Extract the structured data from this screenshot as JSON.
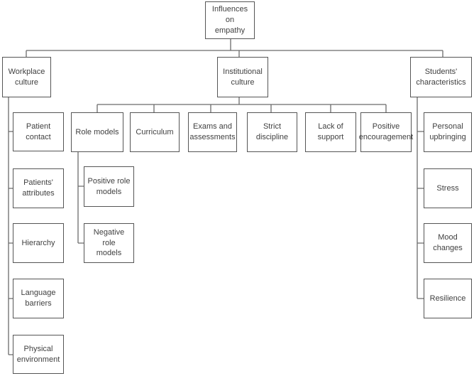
{
  "root": {
    "label": "Influences on\nempathy"
  },
  "categories": [
    {
      "label": "Workplace\nculture",
      "children": [
        {
          "label": "Patient contact"
        },
        {
          "label": "Patients'\nattributes"
        },
        {
          "label": "Hierarchy"
        },
        {
          "label": "Language\nbarriers"
        },
        {
          "label": "Physical\nenvironment"
        }
      ]
    },
    {
      "label": "Institutional\nculture",
      "children": [
        {
          "label": "Role models",
          "children": [
            {
              "label": "Positive role\nmodels"
            },
            {
              "label": "Negative role\nmodels"
            }
          ]
        },
        {
          "label": "Curriculum"
        },
        {
          "label": "Exams and\nassessments"
        },
        {
          "label": "Strict discipline"
        },
        {
          "label": "Lack of support"
        },
        {
          "label": "Positive\nencouragement"
        }
      ]
    },
    {
      "label": "Students'\ncharacteristics",
      "children": [
        {
          "label": "Personal\nupbringing"
        },
        {
          "label": "Stress"
        },
        {
          "label": "Mood changes"
        },
        {
          "label": "Resilience"
        }
      ]
    }
  ]
}
